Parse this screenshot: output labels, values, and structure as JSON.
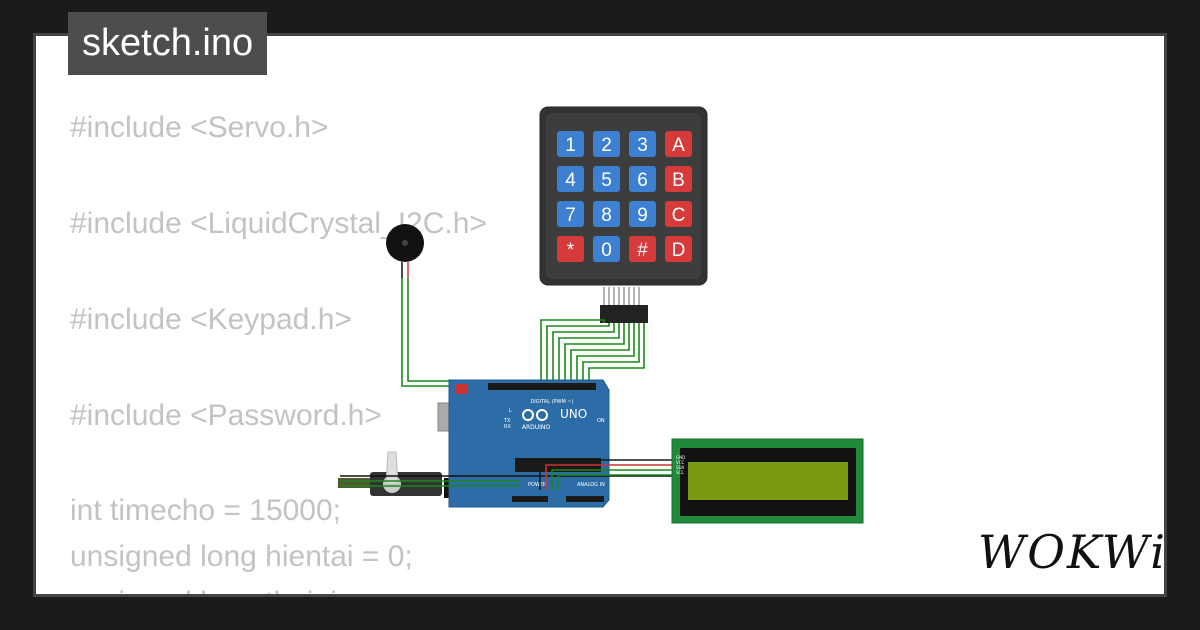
{
  "tab": {
    "title": "sketch.ino"
  },
  "code_lines": [
    "#include <Servo.h>",
    "#include <LiquidCrystal_I2C.h>",
    "#include <Keypad.h>",
    "#include <Password.h>",
    "int timecho = 15000;",
    "unsigned long hientai = 0;",
    "unsigned long thoigian;"
  ],
  "keypad": {
    "rows": [
      [
        "1",
        "2",
        "3",
        "A"
      ],
      [
        "4",
        "5",
        "6",
        "B"
      ],
      [
        "7",
        "8",
        "9",
        "C"
      ],
      [
        "*",
        "0",
        "#",
        "D"
      ]
    ]
  },
  "arduino": {
    "model": "UNO",
    "brand": "ARDUINO",
    "digital_label": "DIGITAL (PWM ~)",
    "power_label": "POWER",
    "analog_label": "ANALOG IN",
    "on_label": "ON",
    "tx_label": "TX",
    "rx_label": "RX",
    "l_label": "L"
  },
  "lcd": {
    "pins": [
      "GND",
      "VCC",
      "SDA",
      "SCL"
    ]
  },
  "brand": {
    "logo": "WOKWi"
  },
  "colors": {
    "background": "#1b1b1b",
    "card": "#ffffff",
    "tab": "#4d4d4d",
    "code_text": "#c3c3c3",
    "wire": "#1a8a1a",
    "arduino_board": "#2c6da8",
    "key_blue": "#3d7fd0",
    "key_red": "#d63a3a",
    "lcd_pcb": "#1f8a3a",
    "lcd_screen": "#7a9a14"
  }
}
